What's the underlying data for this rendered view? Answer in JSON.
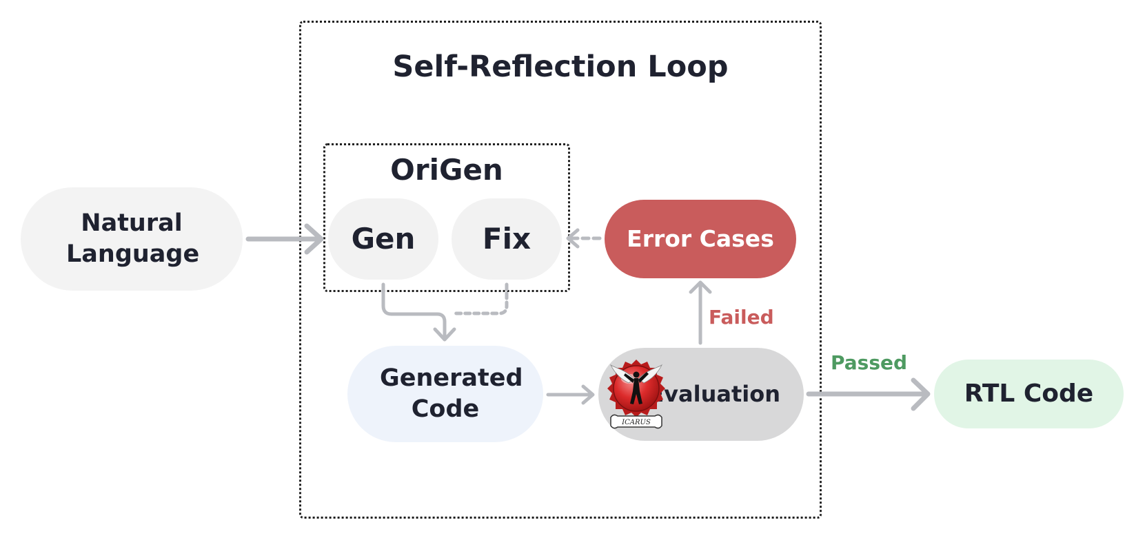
{
  "diagram": {
    "loop_title": "Self-Reflection Loop",
    "origen_title": "OriGen",
    "nodes": {
      "natural_language": "Natural Language",
      "gen": "Gen",
      "fix": "Fix",
      "error_cases": "Error Cases",
      "generated_code": "Generated Code",
      "evaluation": "Evaluation",
      "rtl_code": "RTL Code"
    },
    "edges": {
      "failed": "Failed",
      "passed": "Passed"
    },
    "logo": {
      "icon": "icarus-logo-icon",
      "text": "ICARUS"
    },
    "colors": {
      "error": "#c95c5c",
      "passed": "#4e9a61",
      "arrow": "#b9bbc0",
      "rtl_fill": "#e1f5e6",
      "generated_fill": "#eef3fb",
      "eval_fill": "#d8d8d9"
    }
  }
}
